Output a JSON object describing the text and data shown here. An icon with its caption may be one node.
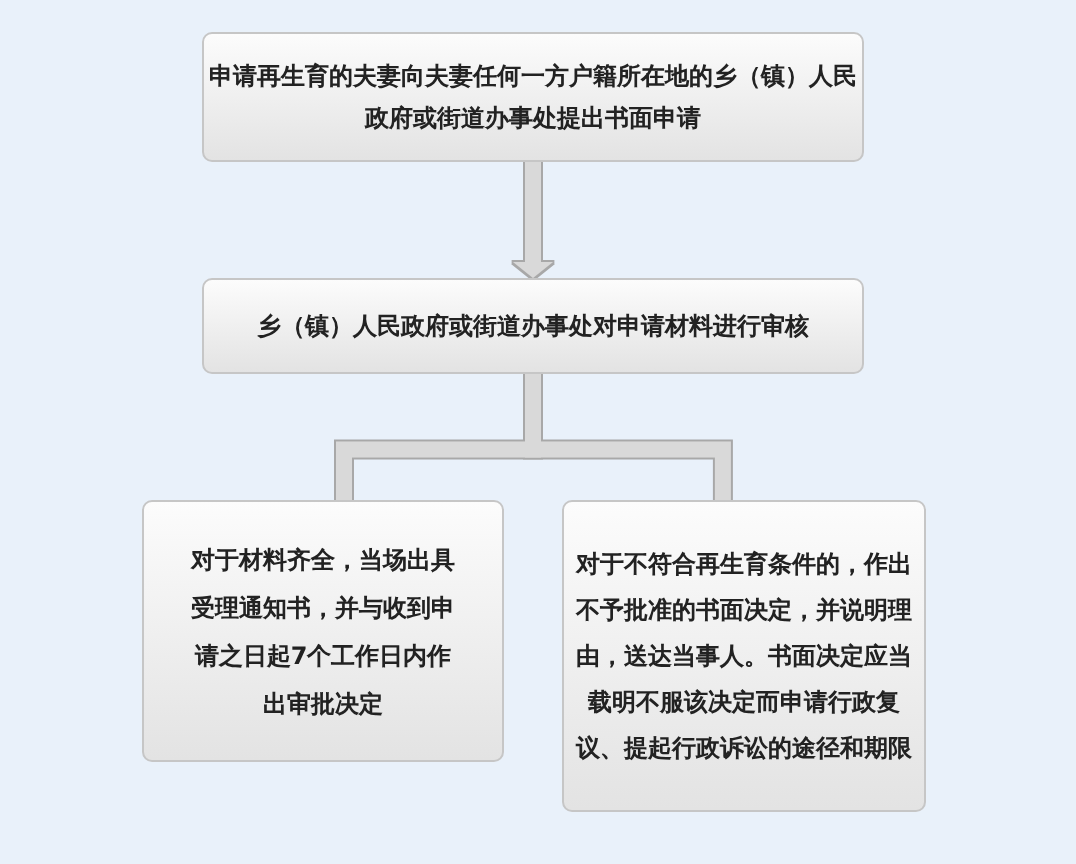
{
  "diagram": {
    "nodes": [
      {
        "text": [
          "申请再生育的夫妻向夫妻任何一方户籍所在地的乡（镇）人民政府或街道办事处提出书面申请"
        ]
      },
      {
        "text": [
          "乡（镇）人民政府或街道办事处对申请材料进行审核"
        ]
      },
      {
        "text": [
          "对于材料齐全，当场出具受理通知书，并与收到申请之日起7个工作日内作出审批决定"
        ]
      },
      {
        "text": [
          "对于不符合再生育条件的，作出不予批准的书面决定，并说明理由，送达当事人。书面决定应当载明不服该决定而申请行政复议、提起行政诉讼的途径和期限"
        ]
      }
    ],
    "edges": [
      {
        "from": 0,
        "to": 1,
        "arrow": "to"
      },
      {
        "from": 1,
        "to": 2,
        "arrow": "none"
      },
      {
        "from": 1,
        "to": 3,
        "arrow": "none"
      }
    ]
  }
}
